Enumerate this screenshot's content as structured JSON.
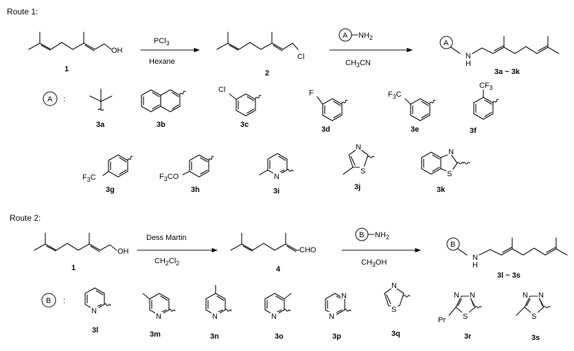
{
  "route1": {
    "title": "Route 1:",
    "start_oh": "OH",
    "start_label": "1",
    "reagent1": "PCl",
    "reagent1_sub": "3",
    "solvent1": "Hexane",
    "chloride_cl": "Cl",
    "intermediate_label": "2",
    "amine_group": "A",
    "amine_nh2": "NH",
    "amine_nh2_sub": "2",
    "solvent2": "CH",
    "solvent2_sub": "3",
    "solvent2_tail": "CN",
    "product_group": "A",
    "product_nh": "N",
    "product_h": "H",
    "product_label": "3a ~ 3k",
    "group_label": "A",
    "group_colon": ":",
    "substituents": {
      "cl": "Cl",
      "f": "F",
      "f3c": "F",
      "f3c_sub": "3",
      "f3c_tail": "C",
      "cf3": "CF",
      "cf3_sub": "3",
      "f3co": "F",
      "f3co_sub": "3",
      "f3co_tail": "CO",
      "n": "N",
      "s": "S"
    },
    "compounds": [
      "3a",
      "3b",
      "3c",
      "3d",
      "3e",
      "3f",
      "3g",
      "3h",
      "3i",
      "3j",
      "3k"
    ]
  },
  "route2": {
    "title": "Route 2:",
    "start_oh": "OH",
    "start_label": "1",
    "reagent1": "Dess Martin",
    "solvent1": "CH",
    "solvent1_sub": "2",
    "solvent1_tail": "Cl",
    "solvent1_sub2": "2",
    "aldehyde": "CHO",
    "intermediate_label": "4",
    "amine_group": "B",
    "amine_nh2": "NH",
    "amine_nh2_sub": "2",
    "solvent2": "CH",
    "solvent2_sub": "3",
    "solvent2_tail": "OH",
    "product_group": "B",
    "product_nh": "N",
    "product_h": "H",
    "product_label": "3l ~ 3s",
    "group_label": "B",
    "group_colon": ":",
    "substituents": {
      "n": "N",
      "s": "S",
      "pr": "Pr"
    },
    "compounds": [
      "3l",
      "3m",
      "3n",
      "3o",
      "3p",
      "3q",
      "3r",
      "3s"
    ]
  }
}
